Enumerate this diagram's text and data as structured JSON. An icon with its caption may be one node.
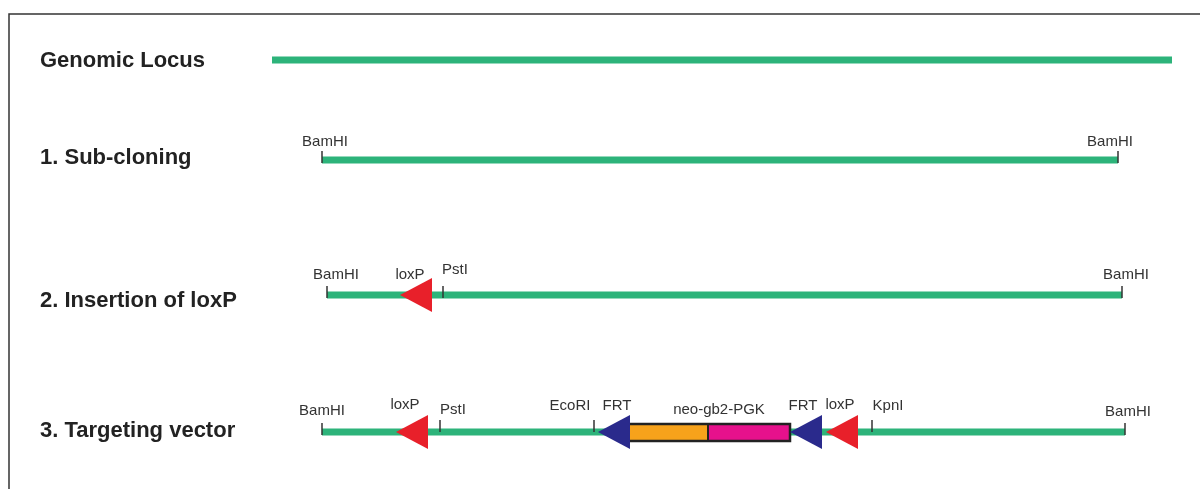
{
  "diagram": {
    "labels": [
      "Genomic Locus",
      "1. Sub-cloning",
      "BamHI",
      "BamHI",
      "2. Insertion of loxP",
      "BamHI",
      "loxP",
      "PstI",
      "BamHI",
      "3. Targeting vector",
      "BamHI",
      "loxP",
      "PstI",
      "EcoRI",
      "FRT",
      "neo-gb2-PGK",
      "FRT",
      "loxP",
      "KpnI",
      "BamHI"
    ]
  }
}
